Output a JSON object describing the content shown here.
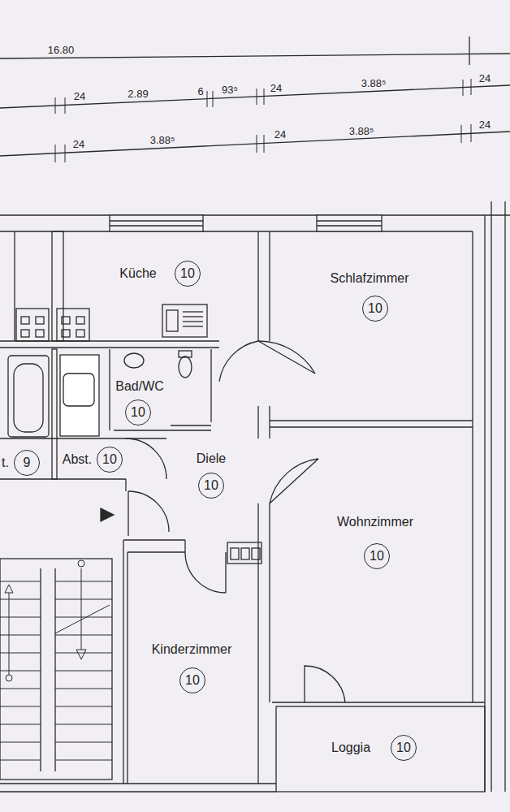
{
  "diagram": {
    "nodes": [
      {
        "text": [
          "Küche"
        ]
      },
      {
        "text": [
          "10"
        ],
        "in": 0
      },
      {
        "text": [
          "Schlafzimmer"
        ]
      },
      {
        "text": [
          "10"
        ],
        "in": 2
      },
      {
        "text": [
          "Bad/WC"
        ]
      },
      {
        "text": [
          "10"
        ],
        "in": 4
      },
      {
        "text": [
          "t."
        ]
      },
      {
        "text": [
          "9"
        ],
        "in": 6
      },
      {
        "text": [
          "Abst."
        ]
      },
      {
        "text": [
          "10"
        ],
        "in": 8
      },
      {
        "text": [
          "Diele"
        ]
      },
      {
        "text": [
          "10"
        ],
        "in": 10
      },
      {
        "text": [
          "Wohnzimmer"
        ]
      },
      {
        "text": [
          "10"
        ],
        "in": 12
      },
      {
        "text": [
          "Kinderzimmer"
        ]
      },
      {
        "text": [
          "10"
        ],
        "in": 14
      },
      {
        "text": [
          "Loggia"
        ]
      },
      {
        "text": [
          "10"
        ],
        "in": 16
      }
    ],
    "labels": [
      "16.80",
      "24",
      "2.89",
      "6",
      "93⁵",
      "24",
      "3.88⁵",
      "24",
      "24",
      "3.88⁵",
      "24",
      "3.88⁵",
      "24"
    ]
  }
}
